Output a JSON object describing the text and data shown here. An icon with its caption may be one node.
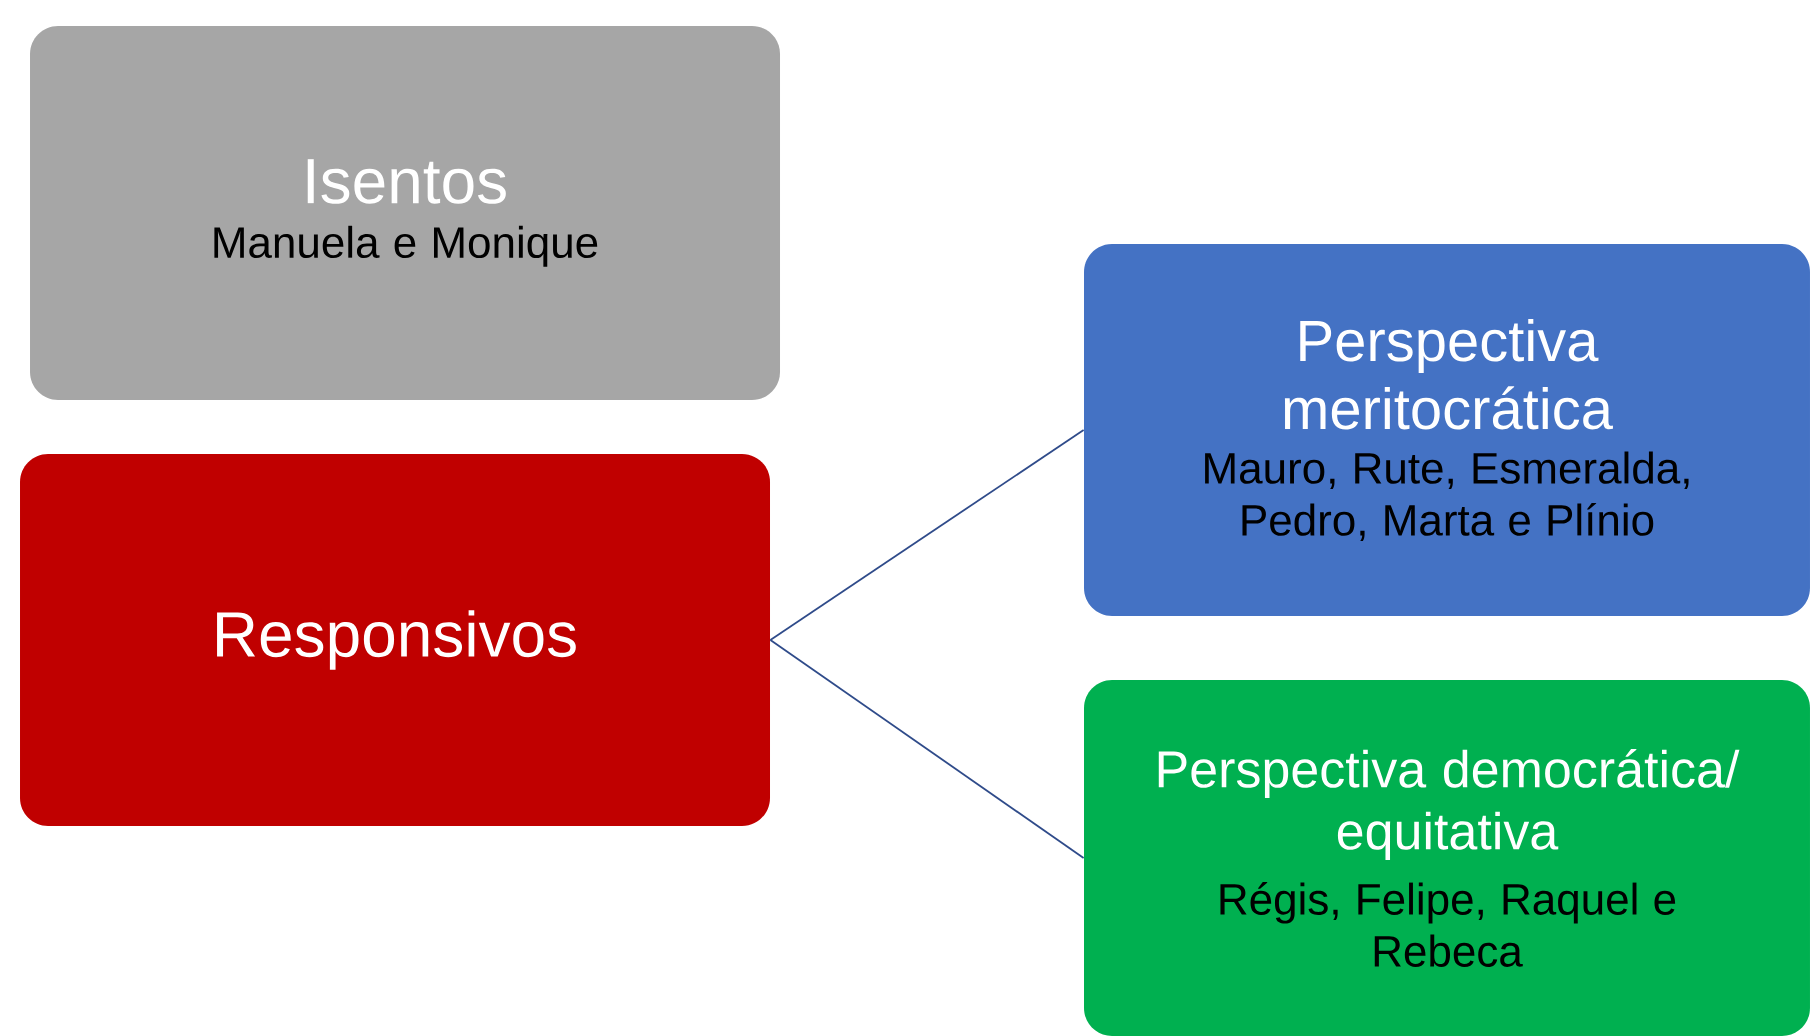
{
  "diagram": {
    "nodes": [
      {
        "text": [
          "Isentos",
          "Manuela e Monique"
        ]
      },
      {
        "text": [
          "Responsivos"
        ]
      },
      {
        "text": [
          "Perspectiva meritocrática",
          "Mauro, Rute, Esmeralda, Pedro, Marta e Plínio"
        ]
      },
      {
        "text": [
          "Perspectiva democrática/ equitativa",
          "Régis, Felipe, Raquel e Rebeca"
        ]
      }
    ],
    "edges": [
      {
        "from": 1,
        "to": 2,
        "arrow": "none"
      },
      {
        "from": 1,
        "to": 3,
        "arrow": "none"
      }
    ]
  }
}
